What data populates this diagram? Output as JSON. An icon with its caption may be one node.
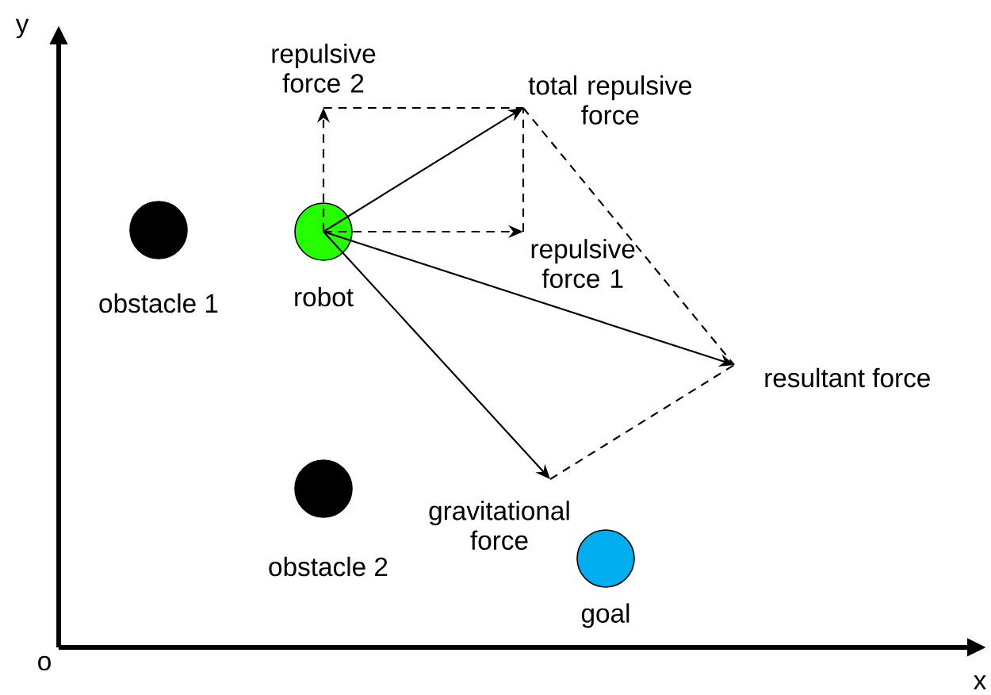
{
  "diagram": {
    "nodes": [
      {
        "text": [],
        "shape": "circle",
        "beside": [
          "obstacle 1"
        ]
      },
      {
        "text": [],
        "shape": "circle",
        "beside": [
          "robot"
        ]
      },
      {
        "text": [],
        "shape": "circle",
        "beside": [
          "obstacle 2"
        ]
      },
      {
        "text": [],
        "shape": "circle",
        "beside": [
          "goal"
        ]
      },
      {
        "text": [
          "repulsive force 2"
        ]
      },
      {
        "text": [
          "total repulsive force"
        ]
      },
      {
        "text": [
          "repulsive force 1"
        ]
      },
      {
        "text": [
          "resultant force"
        ]
      },
      {
        "text": [
          "gravitational force"
        ]
      }
    ],
    "edges": [
      {
        "from": 1,
        "to": 4,
        "arrow": "to",
        "style": "dashed"
      },
      {
        "from": 1,
        "to": 5,
        "arrow": "to"
      },
      {
        "from": 1,
        "to": 6,
        "arrow": "to",
        "style": "dashed"
      },
      {
        "from": 1,
        "to": 7,
        "arrow": "to"
      },
      {
        "from": 1,
        "to": 8,
        "arrow": "to"
      },
      {
        "from": 4,
        "to": 5,
        "arrow": "none",
        "style": "dashed"
      },
      {
        "from": 6,
        "to": 5,
        "arrow": "none",
        "style": "dashed"
      },
      {
        "from": 5,
        "to": 7,
        "arrow": "none",
        "style": "dashed"
      },
      {
        "from": 8,
        "to": 7,
        "arrow": "none",
        "style": "dashed"
      }
    ],
    "labels": [
      "y",
      "o",
      "x"
    ]
  }
}
